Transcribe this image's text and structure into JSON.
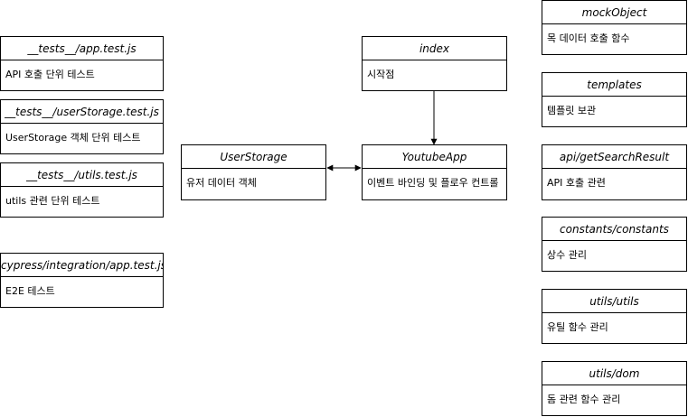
{
  "boxes": {
    "tests_app": {
      "title": "__tests__/app.test.js",
      "desc": "API 호출 단위 테스트"
    },
    "tests_userStorage": {
      "title": "__tests__/userStorage.test.js",
      "desc": "UserStorage 객체 단위 테스트"
    },
    "tests_utils": {
      "title": "__tests__/utils.test.js",
      "desc": "utils 관련 단위 테스트"
    },
    "cypress": {
      "title": "cypress/integration/app.test.js",
      "desc": "E2E 테스트"
    },
    "userStorage": {
      "title": "UserStorage",
      "desc": "유저 데이터 객체"
    },
    "index": {
      "title": "index",
      "desc": "시작점"
    },
    "youtubeApp": {
      "title": "YoutubeApp",
      "desc": "이벤트 바인딩 및 플로우 컨트롤"
    },
    "mockObject": {
      "title": "mockObject",
      "desc": "목 데이터 호출 함수"
    },
    "templates": {
      "title": "templates",
      "desc": "템플릿 보관"
    },
    "getSearchResult": {
      "title": "api/getSearchResult",
      "desc": "API 호출 관련"
    },
    "constants": {
      "title": "constants/constants",
      "desc": "상수 관리"
    },
    "utils": {
      "title": "utils/utils",
      "desc": "유틸 함수 관리"
    },
    "dom": {
      "title": "utils/dom",
      "desc": "돔 관련 함수 관리"
    }
  }
}
